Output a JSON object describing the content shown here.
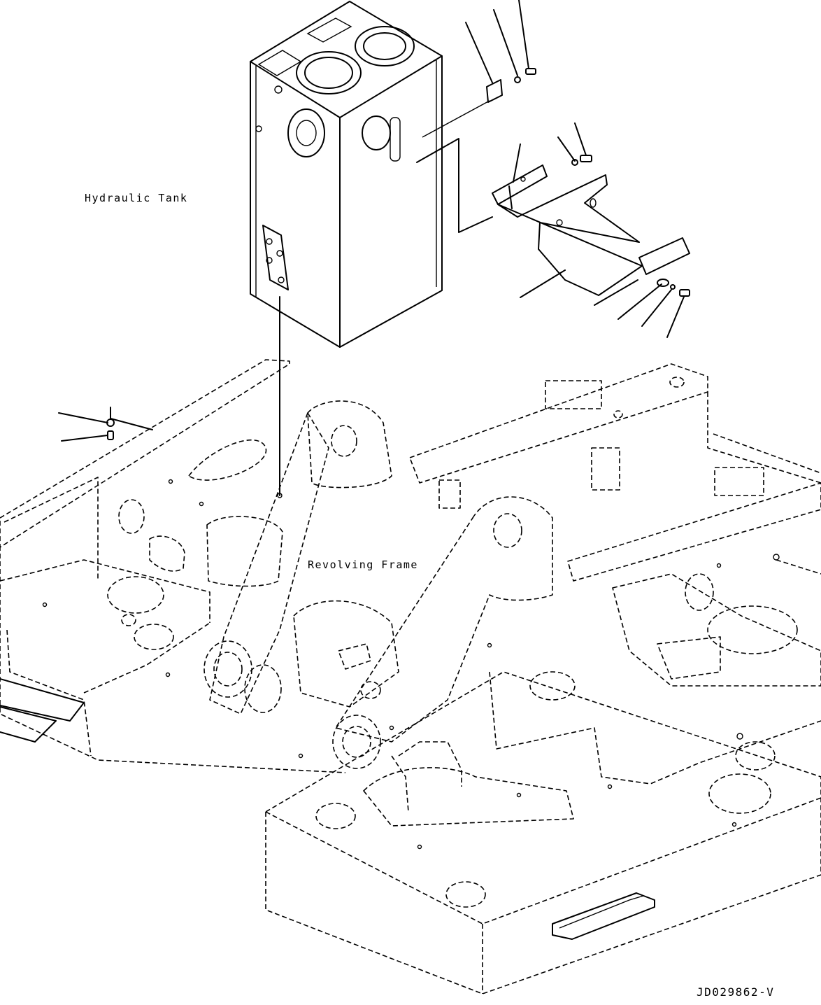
{
  "labels": {
    "hydraulic_tank": "Hydraulic Tank",
    "revolving_frame": "Revolving Frame",
    "drawing_id": "JD029862-V"
  },
  "style": {
    "line_color": "#000000",
    "background": "#ffffff"
  }
}
